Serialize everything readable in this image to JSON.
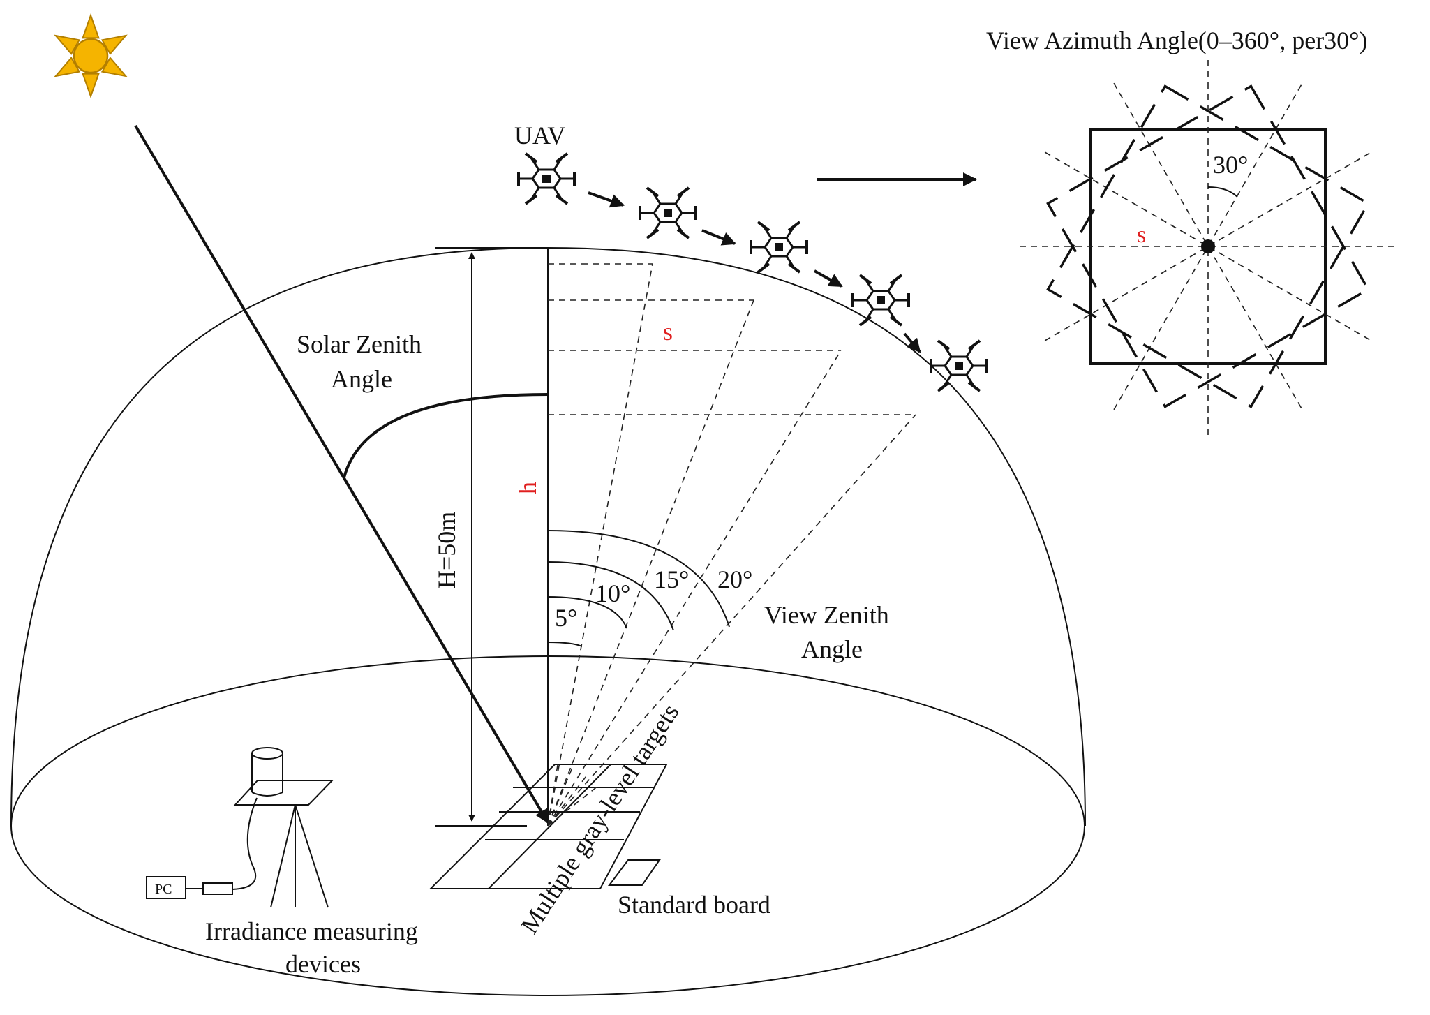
{
  "labels": {
    "solar_zenith_line1": "Solar Zenith",
    "solar_zenith_line2": "Angle",
    "uav": "UAV",
    "height": "H=50m",
    "h": "h",
    "s_dome": "s",
    "s_azimuth": "s",
    "view_zenith_line1": "View Zenith",
    "view_zenith_line2": "Angle",
    "angle_5": "5°",
    "angle_10": "10°",
    "angle_15": "15°",
    "angle_20": "20°",
    "azimuth_title": "View Azimuth Angle(0–360°, per30°)",
    "azimuth_step": "30°",
    "targets": "Multiple gray-level targets",
    "standard_board": "Standard board",
    "irradiance_line1": "Irradiance measuring",
    "irradiance_line2": "devices",
    "pc": "PC"
  },
  "colors": {
    "sun": "#F5B400",
    "sun_outline": "#B37F00",
    "accent_red": "#E02020",
    "ink": "#111111"
  },
  "icons": {
    "sun": "sun-icon",
    "uav": "quadcopter-icon"
  }
}
